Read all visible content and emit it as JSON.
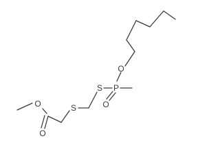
{
  "atoms": {
    "o_ester": "O",
    "o_carbonyl": "O",
    "s_thioether": "S",
    "s_phospho": "S",
    "p": "P",
    "o_phosphoryl": "O",
    "o_hexyl": "O"
  },
  "colors": {
    "ink": "#3a3a3a",
    "background": "#ffffff"
  }
}
